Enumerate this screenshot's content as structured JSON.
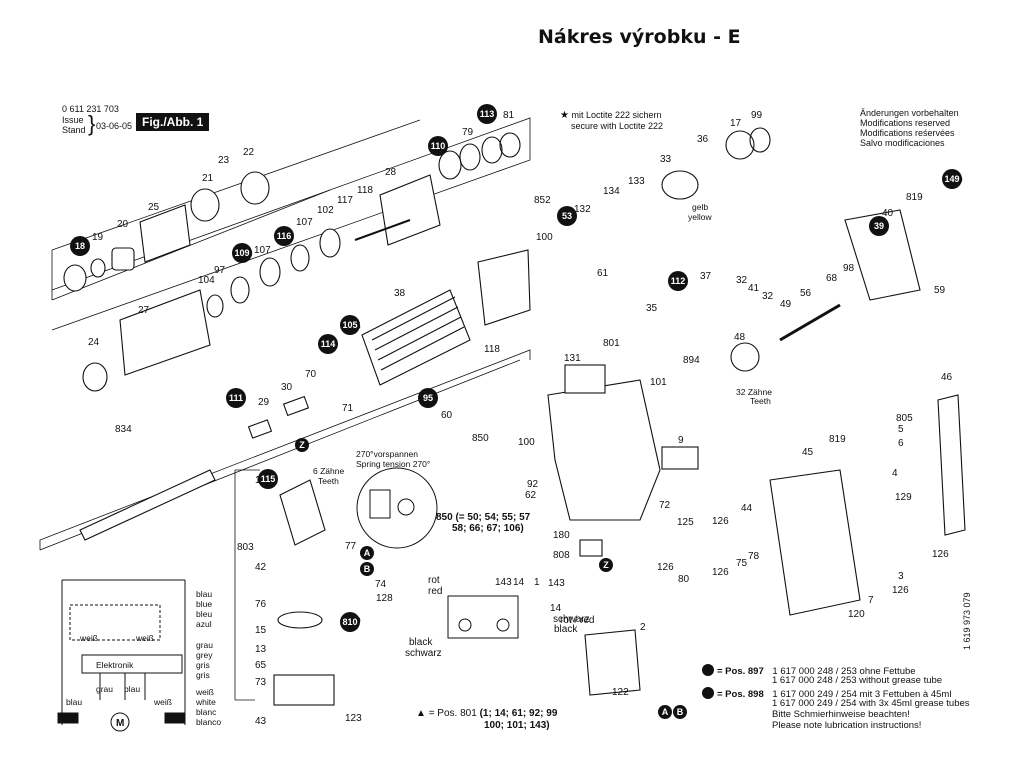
{
  "title": "Nákres výrobku - E",
  "header": {
    "code": "0 611 231 703",
    "issue_label": "Issue",
    "stand_label": "Stand",
    "date": "03-06-05",
    "fig_label": "Fig./Abb. 1"
  },
  "notes": {
    "changes": [
      "Änderungen vorbehalten",
      "Modifications reserved",
      "Modifications reśervées",
      "Salvo modificaciones"
    ],
    "loctite_1": "mit Loctite 222 sichern",
    "loctite_2": "secure with Loctite 222"
  },
  "annotations": {
    "spring_tension_1": "270°vorspannen",
    "spring_tension_2": "Spring tension 270°",
    "teeth6_1": "6 Zähne",
    "teeth6_2": "Teeth",
    "teeth32_1": "32 Zähne",
    "teeth32_2": "Teeth",
    "gelb": "gelb",
    "yellow": "yellow",
    "elektronik": "Elektronik",
    "pos850": "850 (= 50; 54; 55; 57",
    "pos850b": "58; 66; 67; 106)",
    "rot": "rot",
    "red": "red",
    "rot_red": "rot / red",
    "schwarz_black": "schwarz",
    "black_small": "black",
    "black": "black",
    "schwarz": "schwarz"
  },
  "wiring_colors": {
    "group1": [
      "blau",
      "blue",
      "bleu",
      "azul"
    ],
    "group2": [
      "grau",
      "grey",
      "gris",
      "gris"
    ],
    "group3": [
      "weiß",
      "white",
      "blanc",
      "blanco"
    ],
    "wire_weiss": "weiß",
    "wire_blau": "blau",
    "wire_grau": "grau",
    "motor": "M"
  },
  "grease": {
    "pos897_label": "= Pos. 897",
    "pos897_line1": "1 617 000 248 / 253 ohne Fettube",
    "pos897_line2": "1 617 000 248 / 253 without grease tube",
    "pos898_label": "= Pos. 898",
    "pos898_line1": "1 617 000 249 / 254 mit 3 Fettuben à 45ml",
    "pos898_line2": "1 617 000 249 / 254 with 3x 45ml grease tubes",
    "hint1": "Bitte Schmierhinweise beachten!",
    "hint2": "Please note lubrication instructions!"
  },
  "pos801": {
    "label": "= Pos. 801",
    "list1": "(1; 14; 61; 92; 99",
    "list2": "100; 101; 143)"
  },
  "doc_number": "1 619 973 079",
  "labels": [
    "81",
    "113",
    "79",
    "110",
    "28",
    "118",
    "117",
    "102",
    "107",
    "116",
    "109",
    "107",
    "97",
    "104",
    "22",
    "23",
    "21",
    "25",
    "20",
    "19",
    "18",
    "27",
    "24",
    "852",
    "53",
    "132",
    "100",
    "134",
    "133",
    "33",
    "36",
    "17",
    "99",
    "38",
    "118",
    "61",
    "819",
    "40",
    "149",
    "39",
    "59",
    "98",
    "68",
    "56",
    "49",
    "32",
    "41",
    "32",
    "37",
    "112",
    "35",
    "48",
    "894",
    "131",
    "801",
    "101",
    "105",
    "114",
    "70",
    "71",
    "30",
    "29",
    "111",
    "834",
    "60",
    "95",
    "850",
    "100",
    "92",
    "62",
    "9",
    "180",
    "808",
    "72",
    "125",
    "46",
    "805",
    "5",
    "6",
    "45",
    "819",
    "4",
    "129",
    "44",
    "126",
    "126",
    "78",
    "75",
    "126",
    "7",
    "120",
    "803",
    "77",
    "115",
    "74",
    "42",
    "76",
    "15",
    "13",
    "65",
    "73",
    "43",
    "123",
    "128",
    "810",
    "143",
    "14",
    "1",
    "143",
    "14",
    "2",
    "80",
    "126",
    "122",
    "3",
    "126"
  ],
  "bubbles": [
    "113",
    "110",
    "116",
    "109",
    "18",
    "53",
    "112",
    "149",
    "39",
    "105",
    "114",
    "111",
    "115",
    "95",
    "810"
  ],
  "letters": [
    "Z",
    "A",
    "B",
    "Z",
    "A",
    "B"
  ]
}
